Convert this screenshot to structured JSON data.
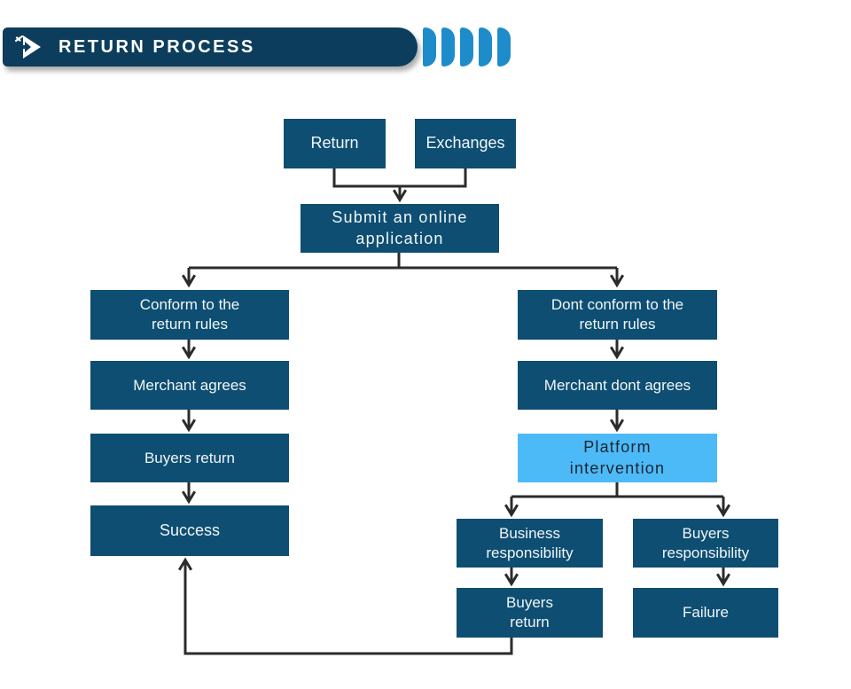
{
  "header": {
    "title": "RETURN PROCESS",
    "bar_color": "#0d3d5c",
    "chevron_color": "#1e8ccb",
    "chevron_count": 5,
    "logo_icon": "play-arrow-tool-logo"
  },
  "flowchart": {
    "colors": {
      "node_fill": "#0d4e72",
      "node_text": "#f2f6f8",
      "highlight_fill": "#4dbaf8",
      "highlight_text": "#1b2531",
      "connector": "#2b2b2b"
    },
    "nodes": [
      {
        "id": "return",
        "label": "Return"
      },
      {
        "id": "exchanges",
        "label": "Exchanges"
      },
      {
        "id": "submit-application",
        "label": "Submit an online\napplication"
      },
      {
        "id": "conform-rules",
        "label": "Conform to the\nreturn rules"
      },
      {
        "id": "dont-conform-rules",
        "label": "Dont conform to the\nreturn rules"
      },
      {
        "id": "merchant-agrees",
        "label": "Merchant agrees"
      },
      {
        "id": "merchant-dont-agrees",
        "label": "Merchant dont agrees"
      },
      {
        "id": "buyers-return-left",
        "label": "Buyers return"
      },
      {
        "id": "platform-intervention",
        "label": "Platform\nintervention"
      },
      {
        "id": "success",
        "label": "Success"
      },
      {
        "id": "business-responsibility",
        "label": "Business\nresponsibility"
      },
      {
        "id": "buyers-responsibility",
        "label": "Buyers\nresponsibility"
      },
      {
        "id": "buyers-return-right",
        "label": "Buyers\nreturn"
      },
      {
        "id": "failure",
        "label": "Failure"
      }
    ]
  }
}
